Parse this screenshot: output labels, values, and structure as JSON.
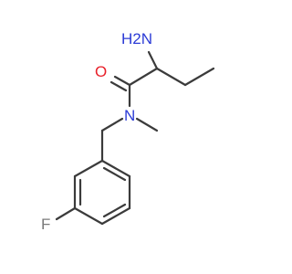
{
  "molecule": {
    "atoms": {
      "amine_N": "H2N",
      "carbonyl_O": "O",
      "amide_N": "N",
      "fluorine": "F"
    },
    "colors": {
      "bond": "#3b3b3b",
      "nitrogen": "#2b3bd6",
      "oxygen": "#e8202a",
      "fluorine": "#7a7a7a",
      "background": "#ffffff"
    }
  }
}
